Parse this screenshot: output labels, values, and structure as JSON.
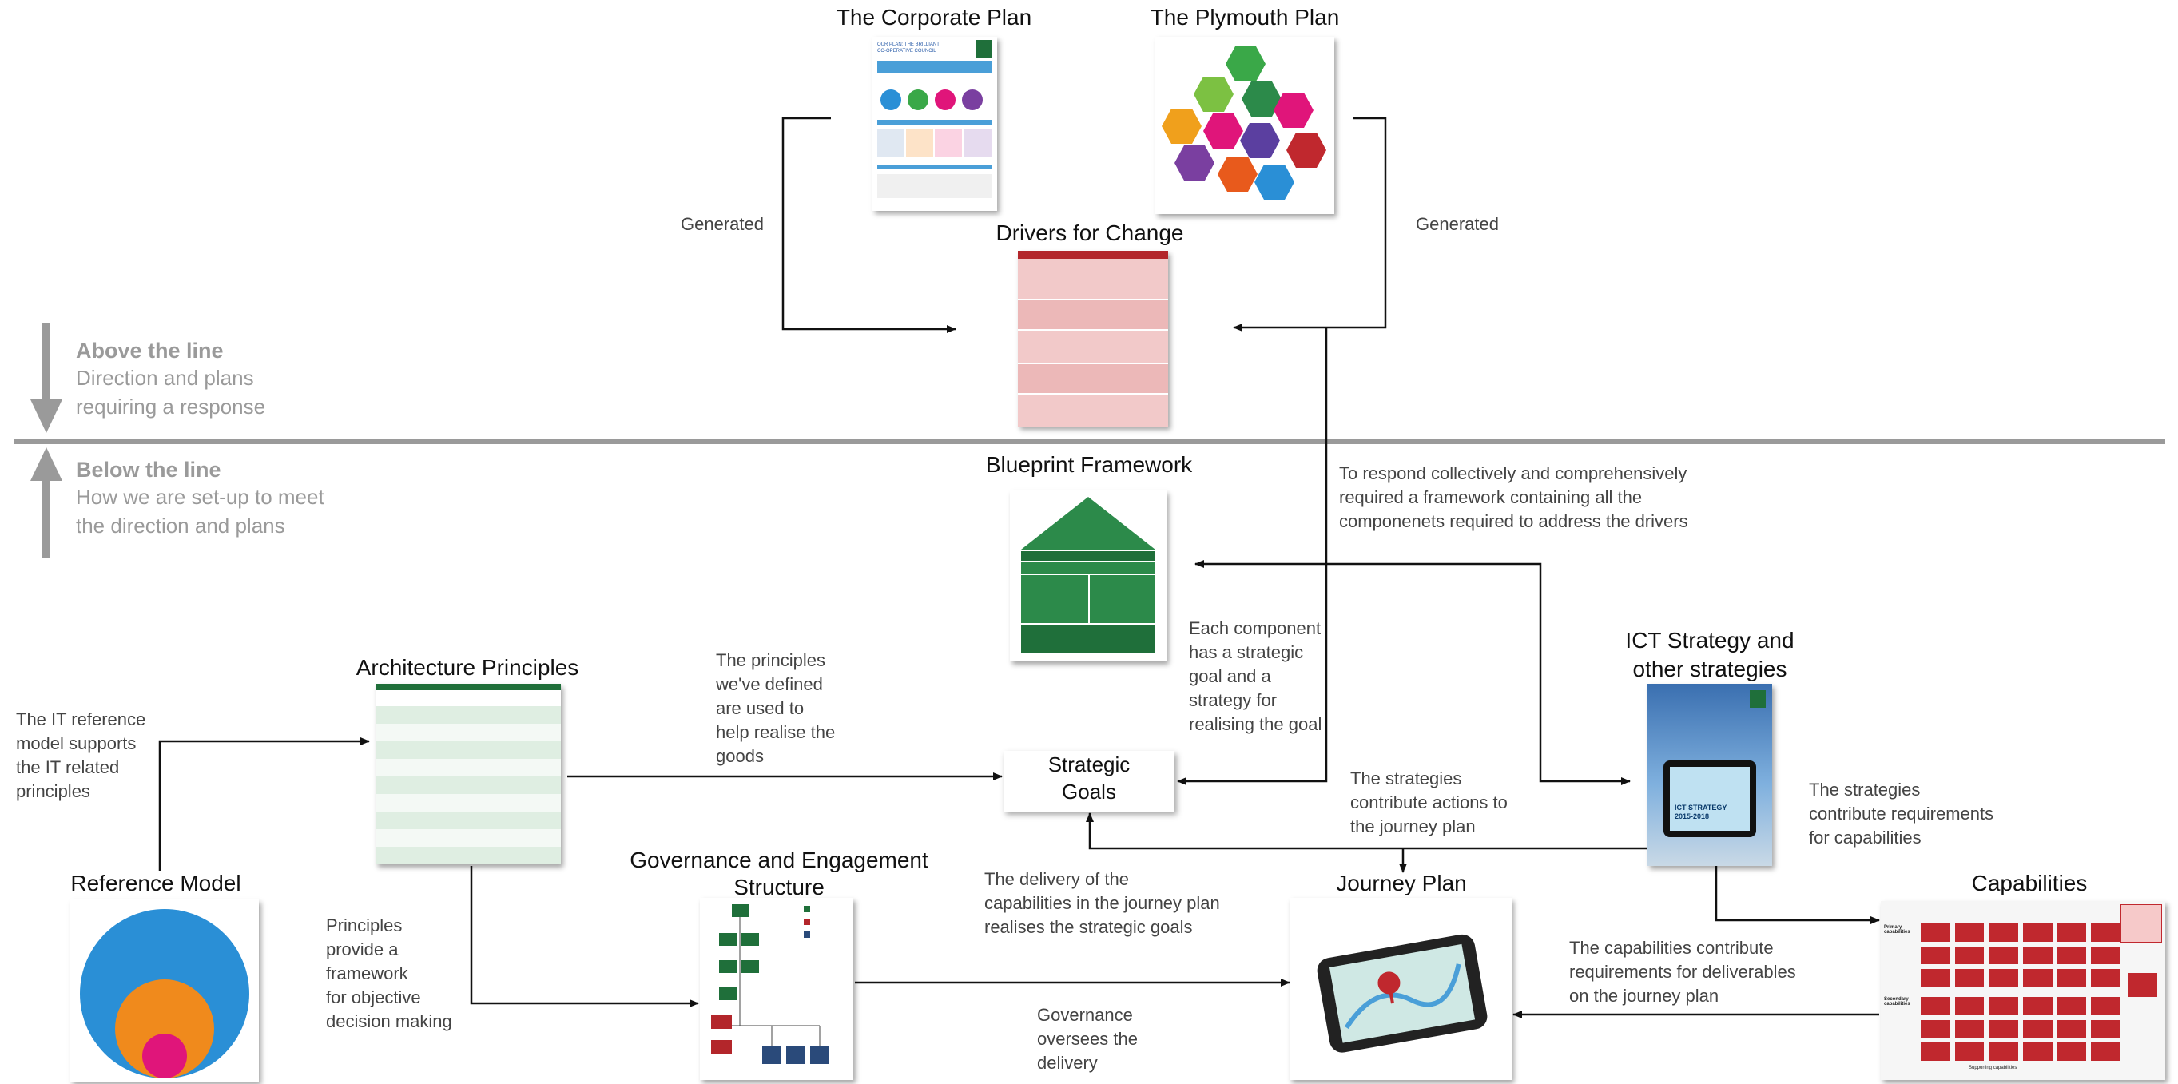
{
  "sections": {
    "above": {
      "heading": "Above the line",
      "sub1": "Direction and plans",
      "sub2": "requiring a response"
    },
    "below": {
      "heading": "Below the line",
      "sub1": "How we are set-up to meet",
      "sub2": "the direction and plans"
    }
  },
  "nodes": {
    "corporate_plan": "The Corporate Plan",
    "plymouth_plan": "The Plymouth Plan",
    "drivers": "Drivers for Change",
    "blueprint": "Blueprint Framework",
    "arch_principles": "Architecture Principles",
    "ict_strategy_1": "ICT Strategy and",
    "ict_strategy_2": "other strategies",
    "strategic_goals_1": "Strategic",
    "strategic_goals_2": "Goals",
    "reference_model": "Reference Model",
    "governance_1": "Governance and Engagement",
    "governance_2": "Structure",
    "journey_plan": "Journey Plan",
    "capabilities": "Capabilities"
  },
  "notes": {
    "generated_left": "Generated",
    "generated_right": "Generated",
    "framework_1": "To respond collectively and comprehensively",
    "framework_2": "required a framework containing all the",
    "framework_3": "componenets required to address the drivers",
    "component_1": "Each component",
    "component_2": "has a strategic",
    "component_3": "goal and a",
    "component_4": "strategy for",
    "component_5": "realising the goal",
    "principles_1": "The principles",
    "principles_2": "we've defined",
    "principles_3": "are used to",
    "principles_4": "help realise the",
    "principles_5": "goods",
    "it_ref_1": "The IT reference",
    "it_ref_2": "model supports",
    "it_ref_3": "the IT related",
    "it_ref_4": "principles",
    "strat_actions_1": "The strategies",
    "strat_actions_2": "contribute actions to",
    "strat_actions_3": "the journey plan",
    "strat_req_1": "The strategies",
    "strat_req_2": "contribute requirements",
    "strat_req_3": "for capabilities",
    "delivery_1": "The delivery of the",
    "delivery_2": "capabilities in the journey plan",
    "delivery_3": "realises the strategic goals",
    "principles_fw_1": "Principles",
    "principles_fw_2": "provide a",
    "principles_fw_3": "framework",
    "principles_fw_4": "for objective",
    "principles_fw_5": "decision making",
    "cap_contrib_1": "The capabilities contribute",
    "cap_contrib_2": "requirements for deliverables",
    "cap_contrib_3": "on the journey plan",
    "gov_1": "Governance",
    "gov_2": "oversees the",
    "gov_3": "delivery"
  },
  "thumbnails": {
    "corporate": {
      "line1": "OUR PLAN: THE BRILLIANT",
      "line2": "CO-OPERATIVE COUNCIL"
    },
    "ict_cover": {
      "line1": "ICT STRATEGY",
      "line2": "2015-2018"
    },
    "capabilities": {
      "primary": "Primary capabilities",
      "secondary": "Secondary capabilities",
      "supporting": "Supporting capabilities"
    }
  },
  "colors": {
    "arrow": "#111111",
    "divider": "#9a9a9a",
    "side_text": "#9a9a9a",
    "green_dark": "#1f6f3a",
    "green_light": "#2c8a4a",
    "drivers_red": "#b3262b",
    "drivers_pink": "#f2c9c9",
    "ref_blue": "#2a8fd6",
    "ref_orange": "#f08a1c",
    "ref_magenta": "#e0157a",
    "cap_red": "#c0282e"
  }
}
